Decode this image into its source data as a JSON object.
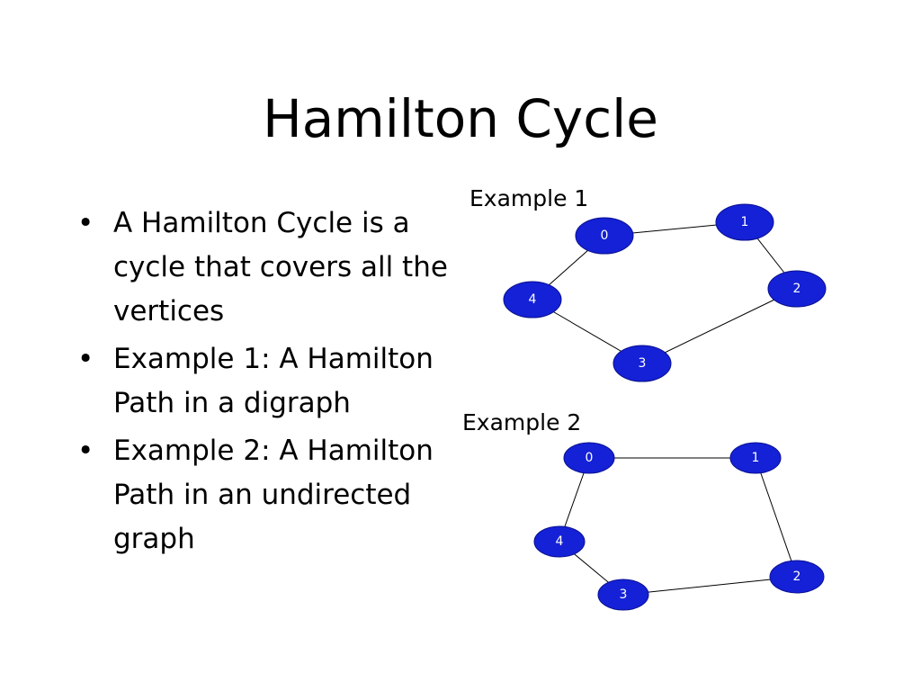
{
  "slide": {
    "title": "Hamilton Cycle",
    "bullet_marker": "•",
    "bullets": [
      "A Hamilton Cycle is a cycle that covers all the vertices",
      "Example 1: A Hamilton Path in a digraph",
      "Example 2: A Hamilton Path in an undirected graph"
    ]
  },
  "graphs": [
    {
      "label": "Example 1",
      "nodes": [
        "0",
        "1",
        "2",
        "3",
        "4"
      ]
    },
    {
      "label": "Example 2",
      "nodes": [
        "0",
        "1",
        "2",
        "3",
        "4"
      ]
    }
  ],
  "colors": {
    "node_fill": "#1421d6",
    "node_text": "#ffffff",
    "text": "#000000",
    "background": "#ffffff"
  }
}
